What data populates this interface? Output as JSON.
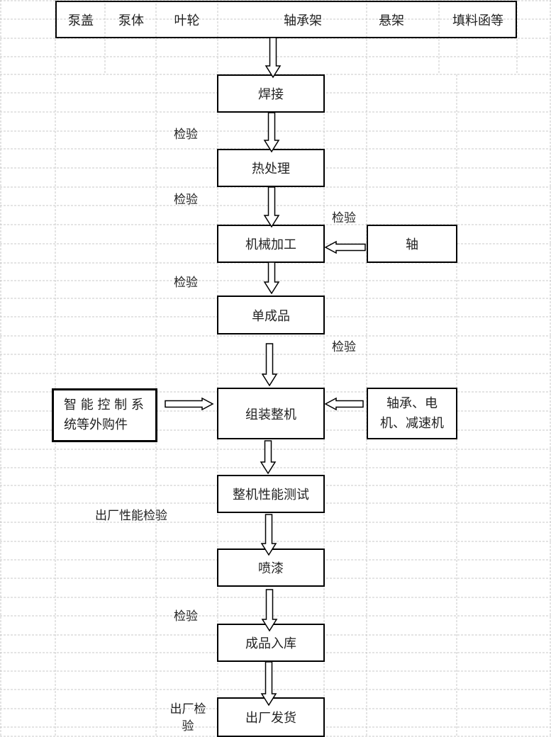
{
  "header": {
    "parts": [
      "泵盖",
      "泵体",
      "叶轮",
      "轴承架",
      "悬架",
      "填料函等"
    ]
  },
  "flow": {
    "steps": [
      "焊接",
      "热处理",
      "机械加工",
      "单成品",
      "组装整机",
      "整机性能测试",
      "喷漆",
      "成品入库",
      "出厂发货"
    ],
    "side_inputs": {
      "shaft": "轴",
      "bearings_motor": "轴承、电机、减速机",
      "control_system": "智 能 控 制 系 统等外购件"
    },
    "side_inputs_lines": {
      "bearings_motor": [
        "轴承、电",
        "机、减速机"
      ],
      "control_system": [
        "智 能 控 制 系",
        "统等外购件"
      ]
    },
    "inspection_labels": {
      "after_welding": "检验",
      "after_heat_treatment": "检验",
      "shaft_inspection": "检验",
      "after_machining": "检验",
      "after_single_product": "检验",
      "factory_performance": "出厂性能检验",
      "after_painting": "检验",
      "factory_inspection": [
        "出厂检",
        "验"
      ]
    }
  },
  "colors": {
    "grid_line": "#c8c8c8",
    "box_border": "#000000",
    "text": "#222222"
  }
}
